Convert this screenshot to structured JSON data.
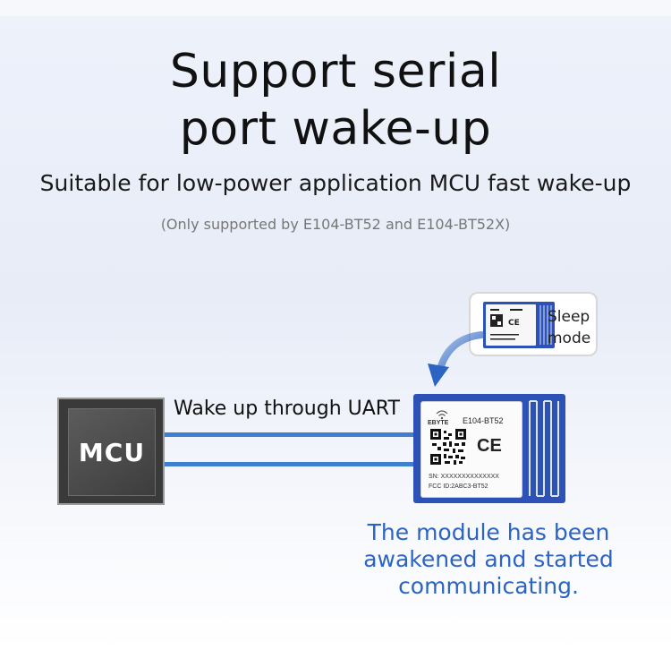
{
  "headline": {
    "line1": "Support serial",
    "line2": "port wake-up"
  },
  "subheadline": "Suitable for low-power application MCU fast wake-up",
  "support_note": "(Only supported by E104-BT52 and E104-BT52X)",
  "mcu": {
    "label": "MCU"
  },
  "uart": {
    "caption": "Wake up through UART",
    "line_color": "#3f7fcf"
  },
  "module": {
    "brand": "EBYTE",
    "model": "E104-BT52",
    "ce_mark": "CE",
    "serial": "SN: XXXXXXXXXXXXXX",
    "fcc": "FCC ID:2ABC3-BT52",
    "color": "#2c52b8"
  },
  "sleep_bubble": {
    "line1": "Sleep",
    "line2": "mode"
  },
  "awake_message": {
    "line1": "The module has been",
    "line2": "awakened and started",
    "line3": "communicating."
  },
  "accent_color": "#2b64c2"
}
